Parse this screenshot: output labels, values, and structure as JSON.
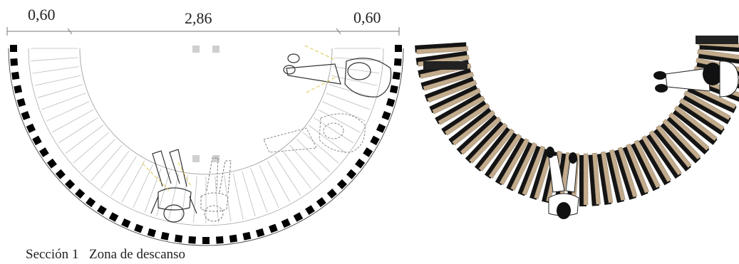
{
  "dimensions": {
    "left": "0,60",
    "center": "2,86",
    "right": "0,60"
  },
  "caption": {
    "section": "Sección 1",
    "zone": "Zona de descanso"
  },
  "colors": {
    "line": "#666666",
    "tile": "#000000",
    "wood": "#c2ab8c",
    "slatDark": "#141414"
  }
}
